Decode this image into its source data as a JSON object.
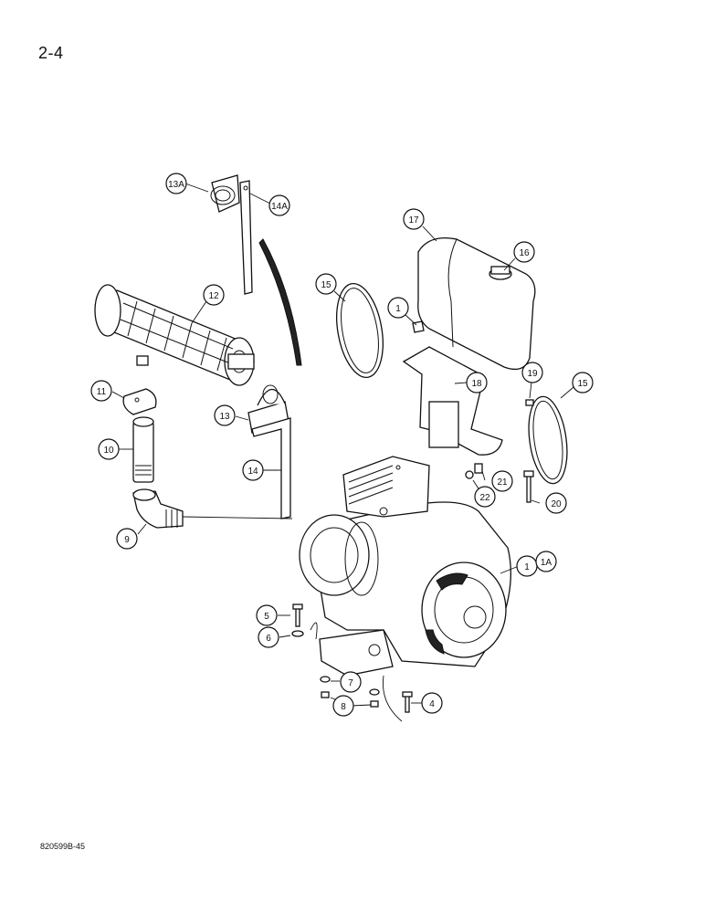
{
  "page": {
    "number": "2-4",
    "figure_code": "820599B-45"
  },
  "callouts": [
    {
      "id": "c13a",
      "label": "13A"
    },
    {
      "id": "c14a",
      "label": "14A"
    },
    {
      "id": "c17",
      "label": "17"
    },
    {
      "id": "c16",
      "label": "16"
    },
    {
      "id": "c12",
      "label": "12"
    },
    {
      "id": "c15a",
      "label": "15"
    },
    {
      "id": "c1a",
      "label": "1"
    },
    {
      "id": "c18",
      "label": "18"
    },
    {
      "id": "c19",
      "label": "19"
    },
    {
      "id": "c15b",
      "label": "15"
    },
    {
      "id": "c11",
      "label": "11"
    },
    {
      "id": "c13",
      "label": "13"
    },
    {
      "id": "c10",
      "label": "10"
    },
    {
      "id": "c14",
      "label": "14"
    },
    {
      "id": "c21",
      "label": "21"
    },
    {
      "id": "c22",
      "label": "22"
    },
    {
      "id": "c20",
      "label": "20"
    },
    {
      "id": "c9",
      "label": "9"
    },
    {
      "id": "c1b",
      "label": "1"
    },
    {
      "id": "c1ab",
      "label": "1A"
    },
    {
      "id": "c5",
      "label": "5"
    },
    {
      "id": "c6",
      "label": "6"
    },
    {
      "id": "c7",
      "label": "7"
    },
    {
      "id": "c8",
      "label": "8"
    },
    {
      "id": "c4",
      "label": "4"
    }
  ]
}
